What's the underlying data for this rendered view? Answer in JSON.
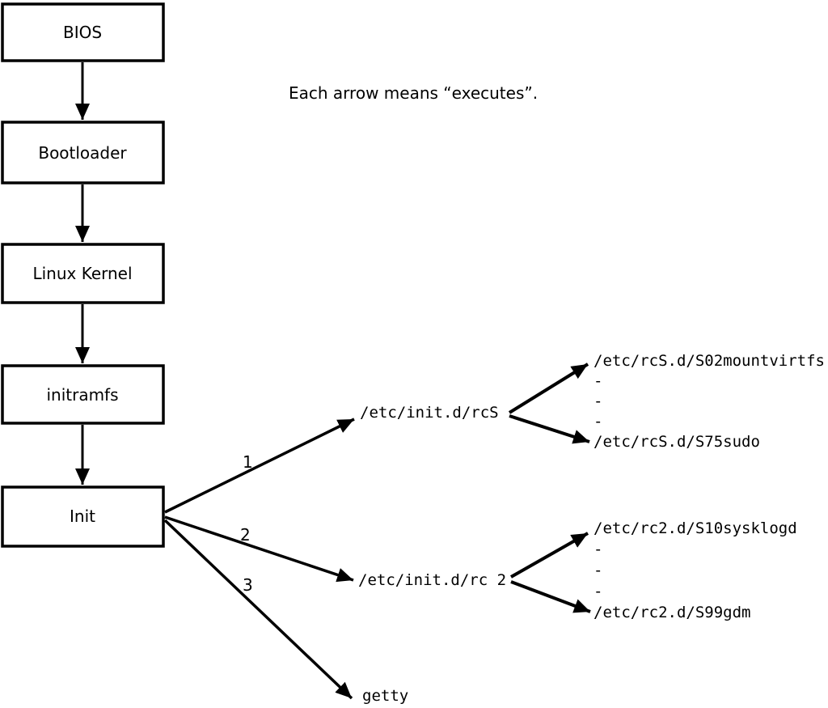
{
  "note": "Each arrow means “executes”.",
  "colors": {
    "foreground": "#000000",
    "background": "#ffffff"
  },
  "chain": [
    {
      "label": "BIOS"
    },
    {
      "label": "Bootloader"
    },
    {
      "label": "Linux Kernel"
    },
    {
      "label": "initramfs"
    },
    {
      "label": "Init"
    }
  ],
  "branches": [
    {
      "order": "1",
      "target": "/etc/init.d/rcS",
      "children": [
        "/etc/rcS.d/S02mountvirtfs",
        "-",
        "-",
        "-",
        "/etc/rcS.d/S75sudo"
      ]
    },
    {
      "order": "2",
      "target": "/etc/init.d/rc 2",
      "children": [
        "/etc/rc2.d/S10sysklogd",
        "-",
        "-",
        "-",
        "/etc/rc2.d/S99gdm"
      ]
    },
    {
      "order": "3",
      "target": "getty",
      "children": []
    }
  ]
}
